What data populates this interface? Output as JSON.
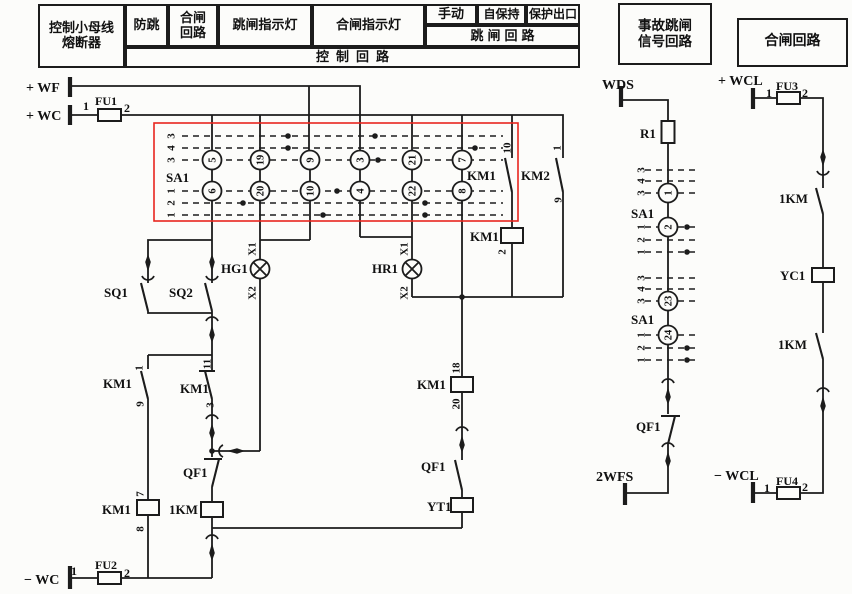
{
  "header": {
    "fuse_bus": "控制小母线\n熔断器",
    "anti_trip": "防跳",
    "closing_circuit": "合闸\n回路",
    "trip_lamp": "跳闸指示灯",
    "closing_lamp": "合闸指示灯",
    "manual": "手动",
    "self_hold": "自保持",
    "protection_exit": "保护出口",
    "trip_circuit": "跳闸回路",
    "control_circuit": "控制回路"
  },
  "side_boxes": {
    "accident_signal": "事故跳闸\n信号回路",
    "closing_circuit": "合闸回路"
  },
  "buses": {
    "wf": "+ WF",
    "wc_pos": "+ WC",
    "wc_neg": "− WC",
    "wds": "WDS",
    "wfs2": "2WFS",
    "wcl_pos": "+ WCL",
    "wcl_neg": "− WCL"
  },
  "fuses": {
    "fu1": "FU1",
    "fu2": "FU2",
    "fu3": "FU3",
    "fu4": "FU4"
  },
  "devices": {
    "sa1": "SA1",
    "sq1": "SQ1",
    "sq2": "SQ2",
    "km1": "KM1",
    "km2": "KM2",
    "km1k": "1KM",
    "qf1": "QF1",
    "yt1": "YT1",
    "yc1": "YC1",
    "r1": "R1",
    "hg1": "HG1",
    "hr1": "HR1",
    "x1": "X1",
    "x2": "X2"
  },
  "nums": {
    "1": "1",
    "2": "2",
    "3": "3",
    "4": "4",
    "5": "5",
    "6": "6",
    "7": "7",
    "8": "8",
    "9": "9",
    "10": "10",
    "11": "11",
    "18": "18",
    "19": "19",
    "20": "20",
    "21": "21",
    "22": "22",
    "23": "23",
    "24": "24"
  },
  "colors": {
    "ink": "#1c1c1c",
    "highlight_red": "#e8251f"
  }
}
